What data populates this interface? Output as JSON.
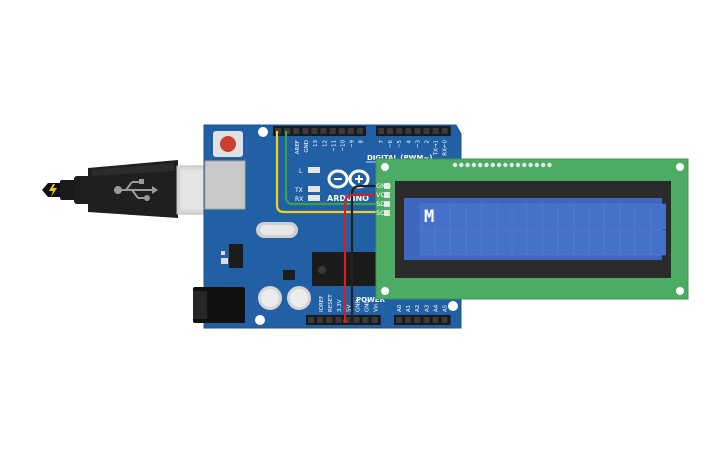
{
  "board": {
    "brand": "ARDUINO",
    "digital_header": "DIGITAL (PWM~)",
    "power_header": "POWER",
    "top_pin_labels": [
      "AREF",
      "GND",
      "13",
      "12",
      "~11",
      "~10",
      "~9",
      "8",
      "7",
      "~6",
      "~5",
      "4",
      "~3",
      "2",
      "TX→1",
      "RX←0"
    ],
    "bottom_pin_labels": [
      "IOREF",
      "RESET",
      "3.3V",
      "5V",
      "GND",
      "GND",
      "Vin"
    ],
    "analog_pin_labels": [
      "A0",
      "A1",
      "A2",
      "A3",
      "A4",
      "A5"
    ],
    "led_labels": [
      "L",
      "TX",
      "RX"
    ]
  },
  "lcd": {
    "pin_labels": [
      "GND",
      "VCC",
      "SDA",
      "SCL"
    ],
    "display_text": "M"
  },
  "colors": {
    "board": "#2160a4",
    "lcd_pcb": "#4dac63",
    "lcd_screen": "#3f67c0",
    "wire_red": "#d42020",
    "wire_black": "#222222",
    "wire_yellow": "#f0d21c",
    "wire_green": "#3aa34a"
  },
  "icons": [
    "usb-symbol-icon",
    "arduino-infinity-logo-icon",
    "lightning-icon"
  ]
}
